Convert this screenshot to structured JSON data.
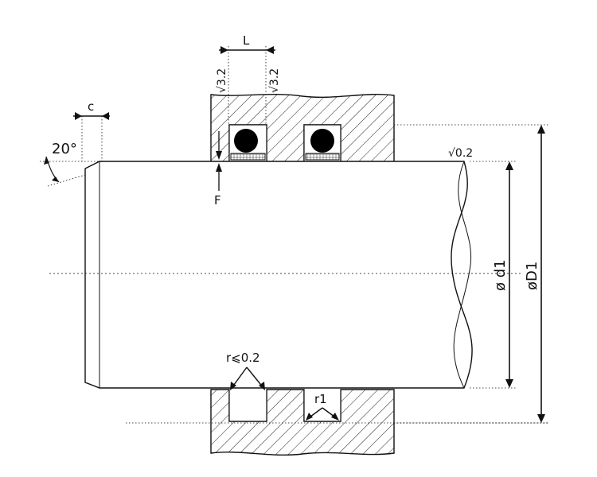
{
  "labels": {
    "groove_width": "L",
    "roughness_left": "√3.2",
    "roughness_right": "√3.2",
    "chamfer_length": "c",
    "chamfer_angle": "20°",
    "force": "F",
    "shaft_roughness": "√0.2",
    "shaft_diameter": "ø d1",
    "bore_diameter": "øD1",
    "groove_corner_radius": "r⩽0.2",
    "groove_radius": "r1"
  },
  "colors": {
    "line": "#111111",
    "hatch": "#222222",
    "oring": "#000000",
    "ring": "#9a9a9a"
  }
}
